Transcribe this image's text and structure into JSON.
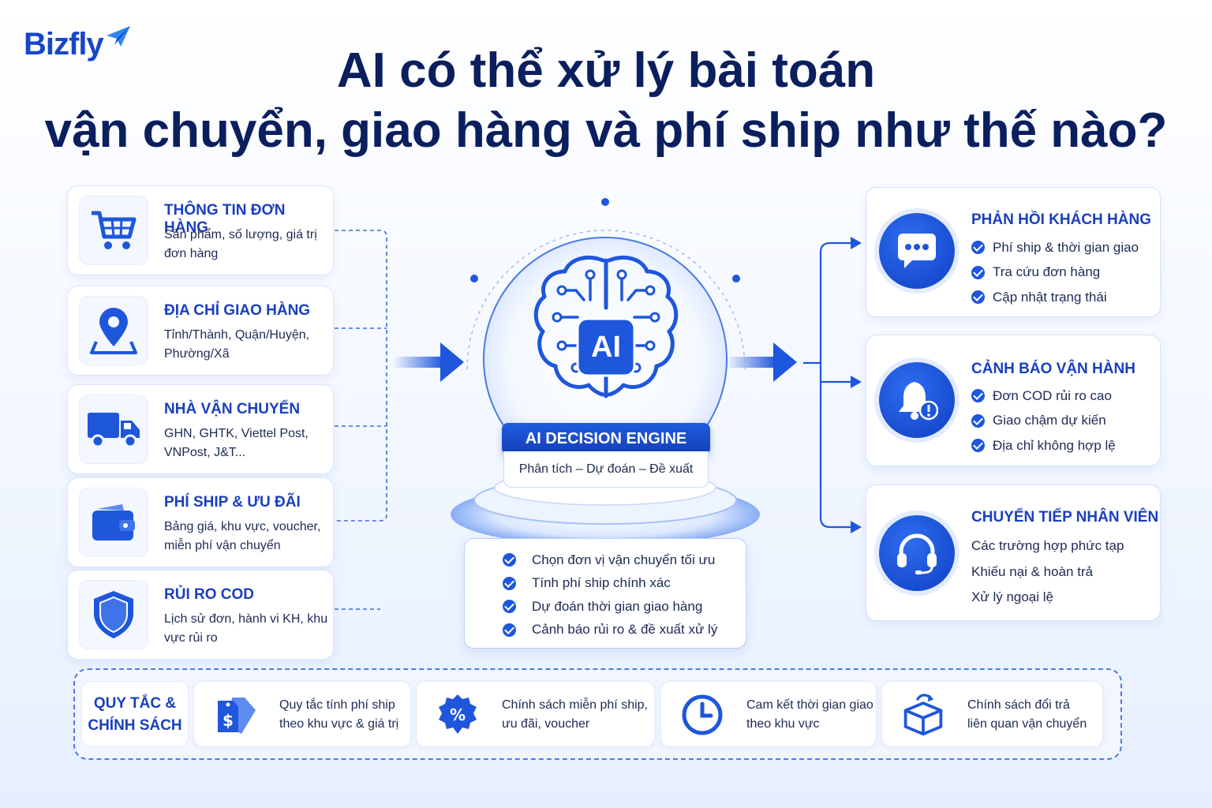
{
  "brand": {
    "name": "Bizfly",
    "accent": "#1746c8"
  },
  "title": {
    "line1": "AI có thể xử lý bài toán",
    "line2": "vận chuyển, giao hàng và phí ship như thế nào?"
  },
  "inputs": [
    {
      "icon": "shopping-cart-icon",
      "title": "THÔNG TIN ĐƠN HÀNG",
      "desc": "Sản phẩm, số lượng, giá trị đơn hàng"
    },
    {
      "icon": "location-pin-icon",
      "title": "ĐỊA CHỈ GIAO HÀNG",
      "desc": "Tỉnh/Thành, Quận/Huyện, Phường/Xã"
    },
    {
      "icon": "delivery-truck-icon",
      "title": "NHÀ VẬN CHUYỂN",
      "desc": "GHN, GHTK, Viettel Post, VNPost, J&T..."
    },
    {
      "icon": "wallet-icon",
      "title": "PHÍ SHIP & ƯU ĐÃI",
      "desc": "Bảng giá, khu vực, voucher, miễn phí vận chuyển"
    },
    {
      "icon": "shield-icon",
      "title": "RỦI RO COD",
      "desc": "Lịch sử đơn, hành vi KH, khu vực rủi ro"
    }
  ],
  "engine": {
    "badge": "AI",
    "label": "AI DECISION ENGINE",
    "sub": "Phân tích – Dự đoán – Đề xuất",
    "capabilities": [
      "Chọn đơn vị vận chuyển tối ưu",
      "Tính phí ship chính xác",
      "Dự đoán thời gian giao hàng",
      "Cảnh báo rủi ro & đề xuất xử lý"
    ]
  },
  "outputs": [
    {
      "icon": "chat-bubble-icon",
      "title": "PHẢN HỒI KHÁCH HÀNG",
      "items": [
        "Phí ship & thời gian giao",
        "Tra cứu đơn hàng",
        "Cập nhật trạng thái"
      ],
      "checks": true
    },
    {
      "icon": "bell-alert-icon",
      "title": "CẢNH BÁO VẬN HÀNH",
      "items": [
        "Đơn COD rủi ro cao",
        "Giao chậm dự kiến",
        "Địa chỉ không hợp lệ"
      ],
      "checks": true
    },
    {
      "icon": "headset-icon",
      "title": "CHUYỂN TIẾP NHÂN VIÊN",
      "items": [
        "Các trường hợp phức tạp",
        "Khiếu nại & hoàn trả",
        "Xử lý ngoại lệ"
      ],
      "checks": false
    }
  ],
  "rules": {
    "title_line1": "QUY TẮC &",
    "title_line2": "CHÍNH SÁCH",
    "items": [
      {
        "icon": "price-tag-dollar-icon",
        "line1": "Quy tắc tính phí ship",
        "line2": "theo khu vực & giá trị"
      },
      {
        "icon": "percent-badge-icon",
        "line1": "Chính sách miễn phí ship,",
        "line2": "ưu đãi, voucher"
      },
      {
        "icon": "clock-icon",
        "line1": "Cam kết thời gian giao",
        "line2": "theo khu vực"
      },
      {
        "icon": "return-box-icon",
        "line1": "Chính sách đổi trả",
        "line2": "liên quan vận chuyển"
      }
    ]
  },
  "colors": {
    "primary": "#1e56dc",
    "dark": "#0b1f5e",
    "card_border": "#dbe6fb"
  }
}
